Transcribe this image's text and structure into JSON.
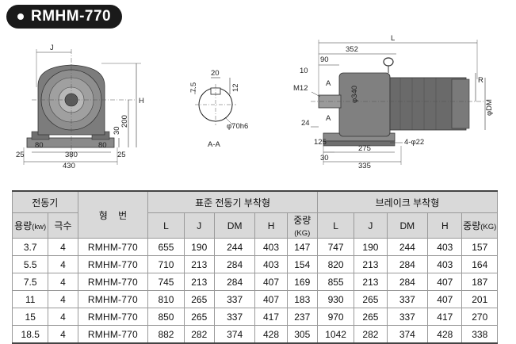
{
  "title": "RMHM-770",
  "drawings": {
    "front": {
      "dims": {
        "j": "J",
        "h": "H",
        "d200": "200",
        "d30": "30",
        "d80a": "80",
        "d80b": "80",
        "d380": "380",
        "d430": "430",
        "d25a": "25",
        "d25b": "25"
      }
    },
    "section": {
      "dims": {
        "d20": "20",
        "d75": "7.5",
        "d12": "12",
        "shaft": "φ70h6",
        "caption": "A-A"
      }
    },
    "side": {
      "dims": {
        "L": "L",
        "d352": "352",
        "d90": "90",
        "d10": "10",
        "A1": "A",
        "A2": "A",
        "R": "R",
        "dm": "φDM",
        "d340": "φ340",
        "m12": "M12",
        "d24": "24",
        "d125": "125",
        "d30": "30",
        "d275": "275",
        "d335": "335",
        "holes": "4-φ22"
      }
    }
  },
  "table": {
    "group_motor": "전동기",
    "col_model": "형    번",
    "group_standard": "표준 전동기 부착형",
    "group_brake": "브레이크 부착형",
    "sub_capacity": "용량",
    "sub_capacity_unit": "(kw)",
    "sub_poles": "극수",
    "dim_cols": [
      "L",
      "J",
      "DM",
      "H"
    ],
    "weight": "중량",
    "weight_unit": "(KG)",
    "rows": [
      {
        "kw": "3.7",
        "poles": "4",
        "model": "RMHM-770",
        "std": [
          "655",
          "190",
          "244",
          "403",
          "147"
        ],
        "brk": [
          "747",
          "190",
          "244",
          "403",
          "157"
        ]
      },
      {
        "kw": "5.5",
        "poles": "4",
        "model": "RMHM-770",
        "std": [
          "710",
          "213",
          "284",
          "403",
          "154"
        ],
        "brk": [
          "820",
          "213",
          "284",
          "403",
          "164"
        ]
      },
      {
        "kw": "7.5",
        "poles": "4",
        "model": "RMHM-770",
        "std": [
          "745",
          "213",
          "284",
          "407",
          "169"
        ],
        "brk": [
          "855",
          "213",
          "284",
          "407",
          "187"
        ]
      },
      {
        "kw": "11",
        "poles": "4",
        "model": "RMHM-770",
        "std": [
          "810",
          "265",
          "337",
          "407",
          "183"
        ],
        "brk": [
          "930",
          "265",
          "337",
          "407",
          "201"
        ]
      },
      {
        "kw": "15",
        "poles": "4",
        "model": "RMHM-770",
        "std": [
          "850",
          "265",
          "337",
          "417",
          "237"
        ],
        "brk": [
          "970",
          "265",
          "337",
          "417",
          "270"
        ]
      },
      {
        "kw": "18.5",
        "poles": "4",
        "model": "RMHM-770",
        "std": [
          "882",
          "282",
          "374",
          "428",
          "305"
        ],
        "brk": [
          "1042",
          "282",
          "374",
          "428",
          "338"
        ]
      }
    ]
  }
}
